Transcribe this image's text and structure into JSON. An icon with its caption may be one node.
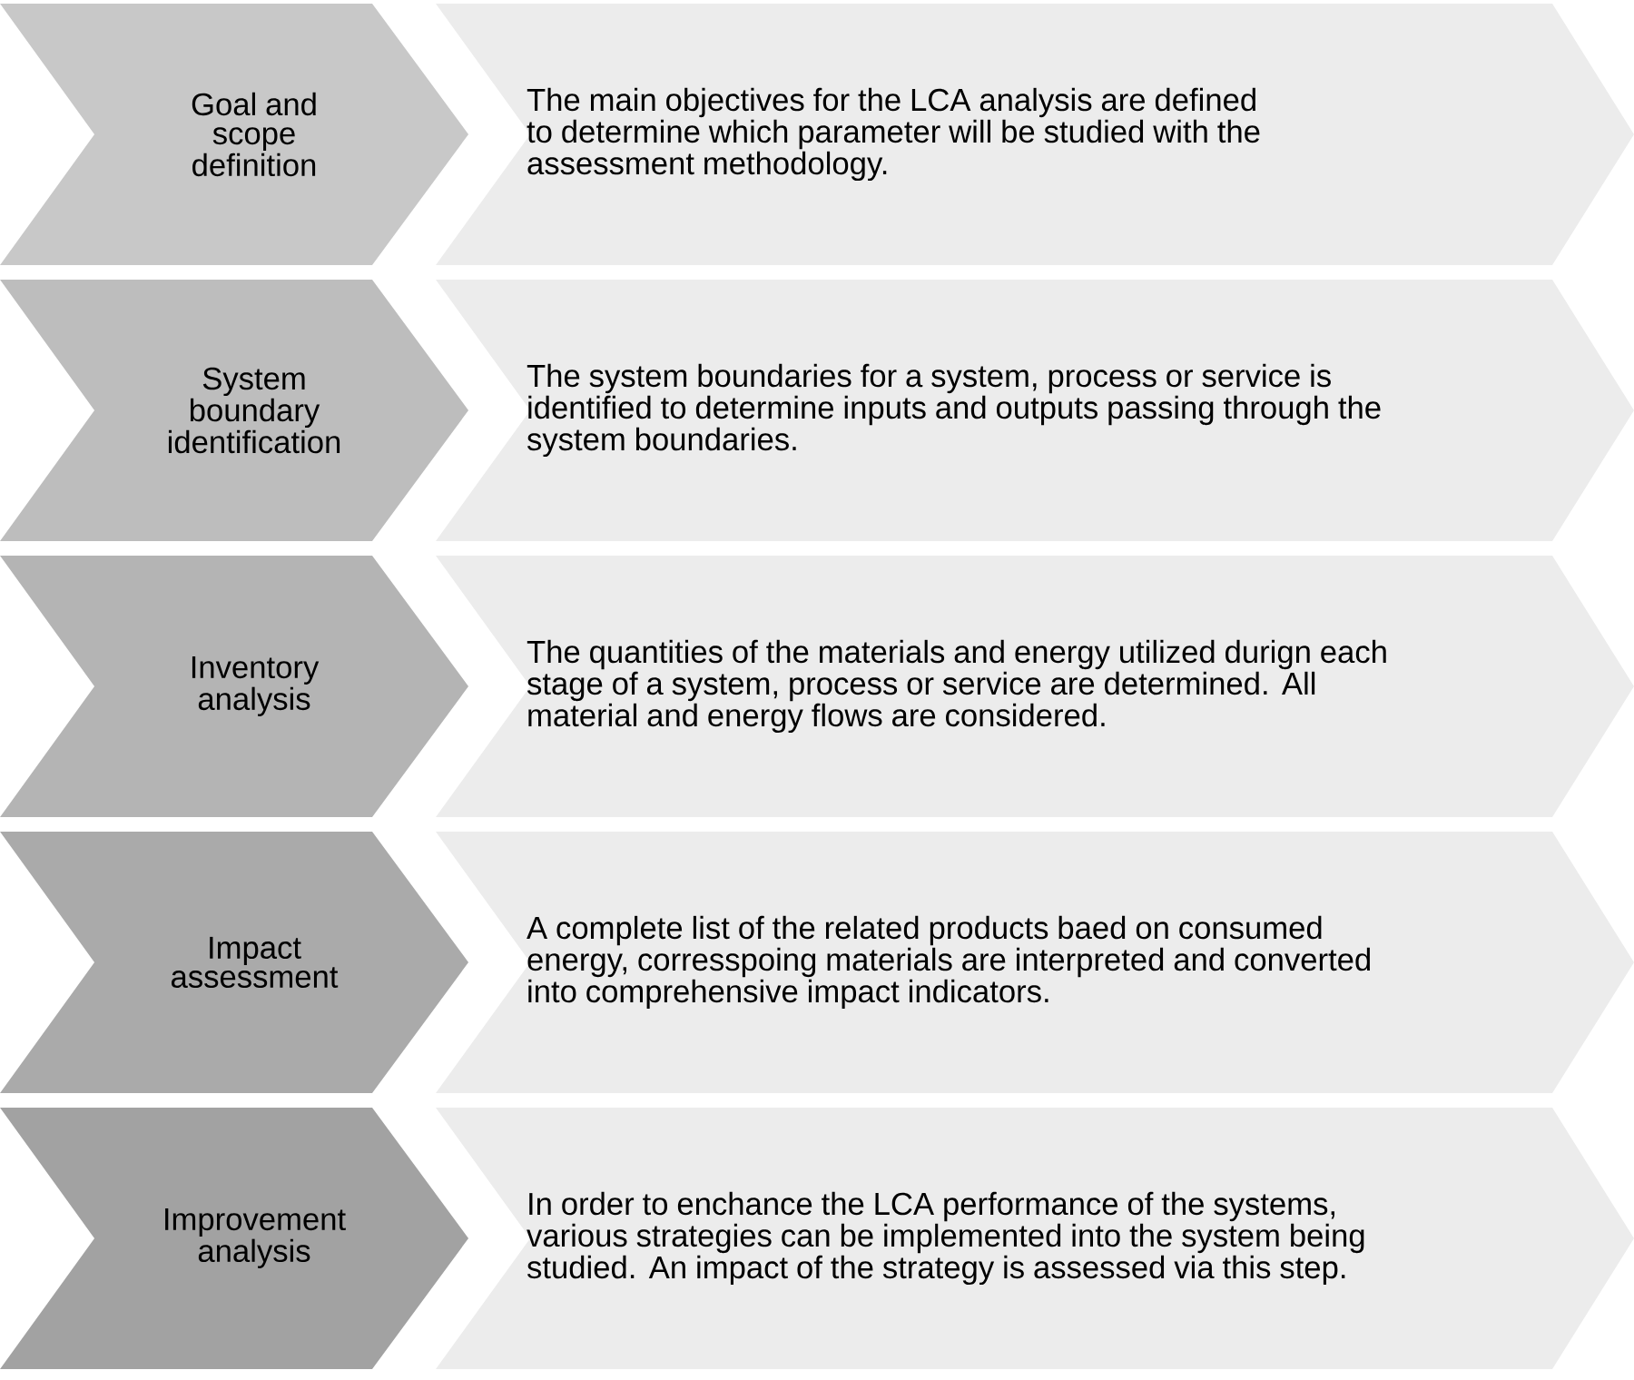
{
  "diagram": {
    "nodes": [
      {
        "text": [
          "Goal and scope definition"
        ]
      },
      {
        "text": [
          "The main objectives for the LCA analysis are defined to determine which parameter will be studied with the assessment methodology."
        ]
      },
      {
        "text": [
          "System boundary identification"
        ]
      },
      {
        "text": [
          "The system boundaries for a system, process or service is identified to determine inputs and outputs passing through the system boundaries."
        ]
      },
      {
        "text": [
          "Inventory analysis"
        ]
      },
      {
        "text": [
          "The quantities of the materials and energy utilized durign each stage of a system, process or service are determined. All material and energy flows are considered."
        ]
      },
      {
        "text": [
          "Impact assessment"
        ]
      },
      {
        "text": [
          "A complete list of the related products baed on consumed energy, corresspoing materials are interpreted and converted into comprehensive impact indicators."
        ]
      },
      {
        "text": [
          "Improvement analysis"
        ]
      },
      {
        "text": [
          "In order to enchance the LCA performance of the systems, various strategies can be implemented into the system being studied. An impact of the strategy is assessed via this step."
        ]
      }
    ]
  }
}
